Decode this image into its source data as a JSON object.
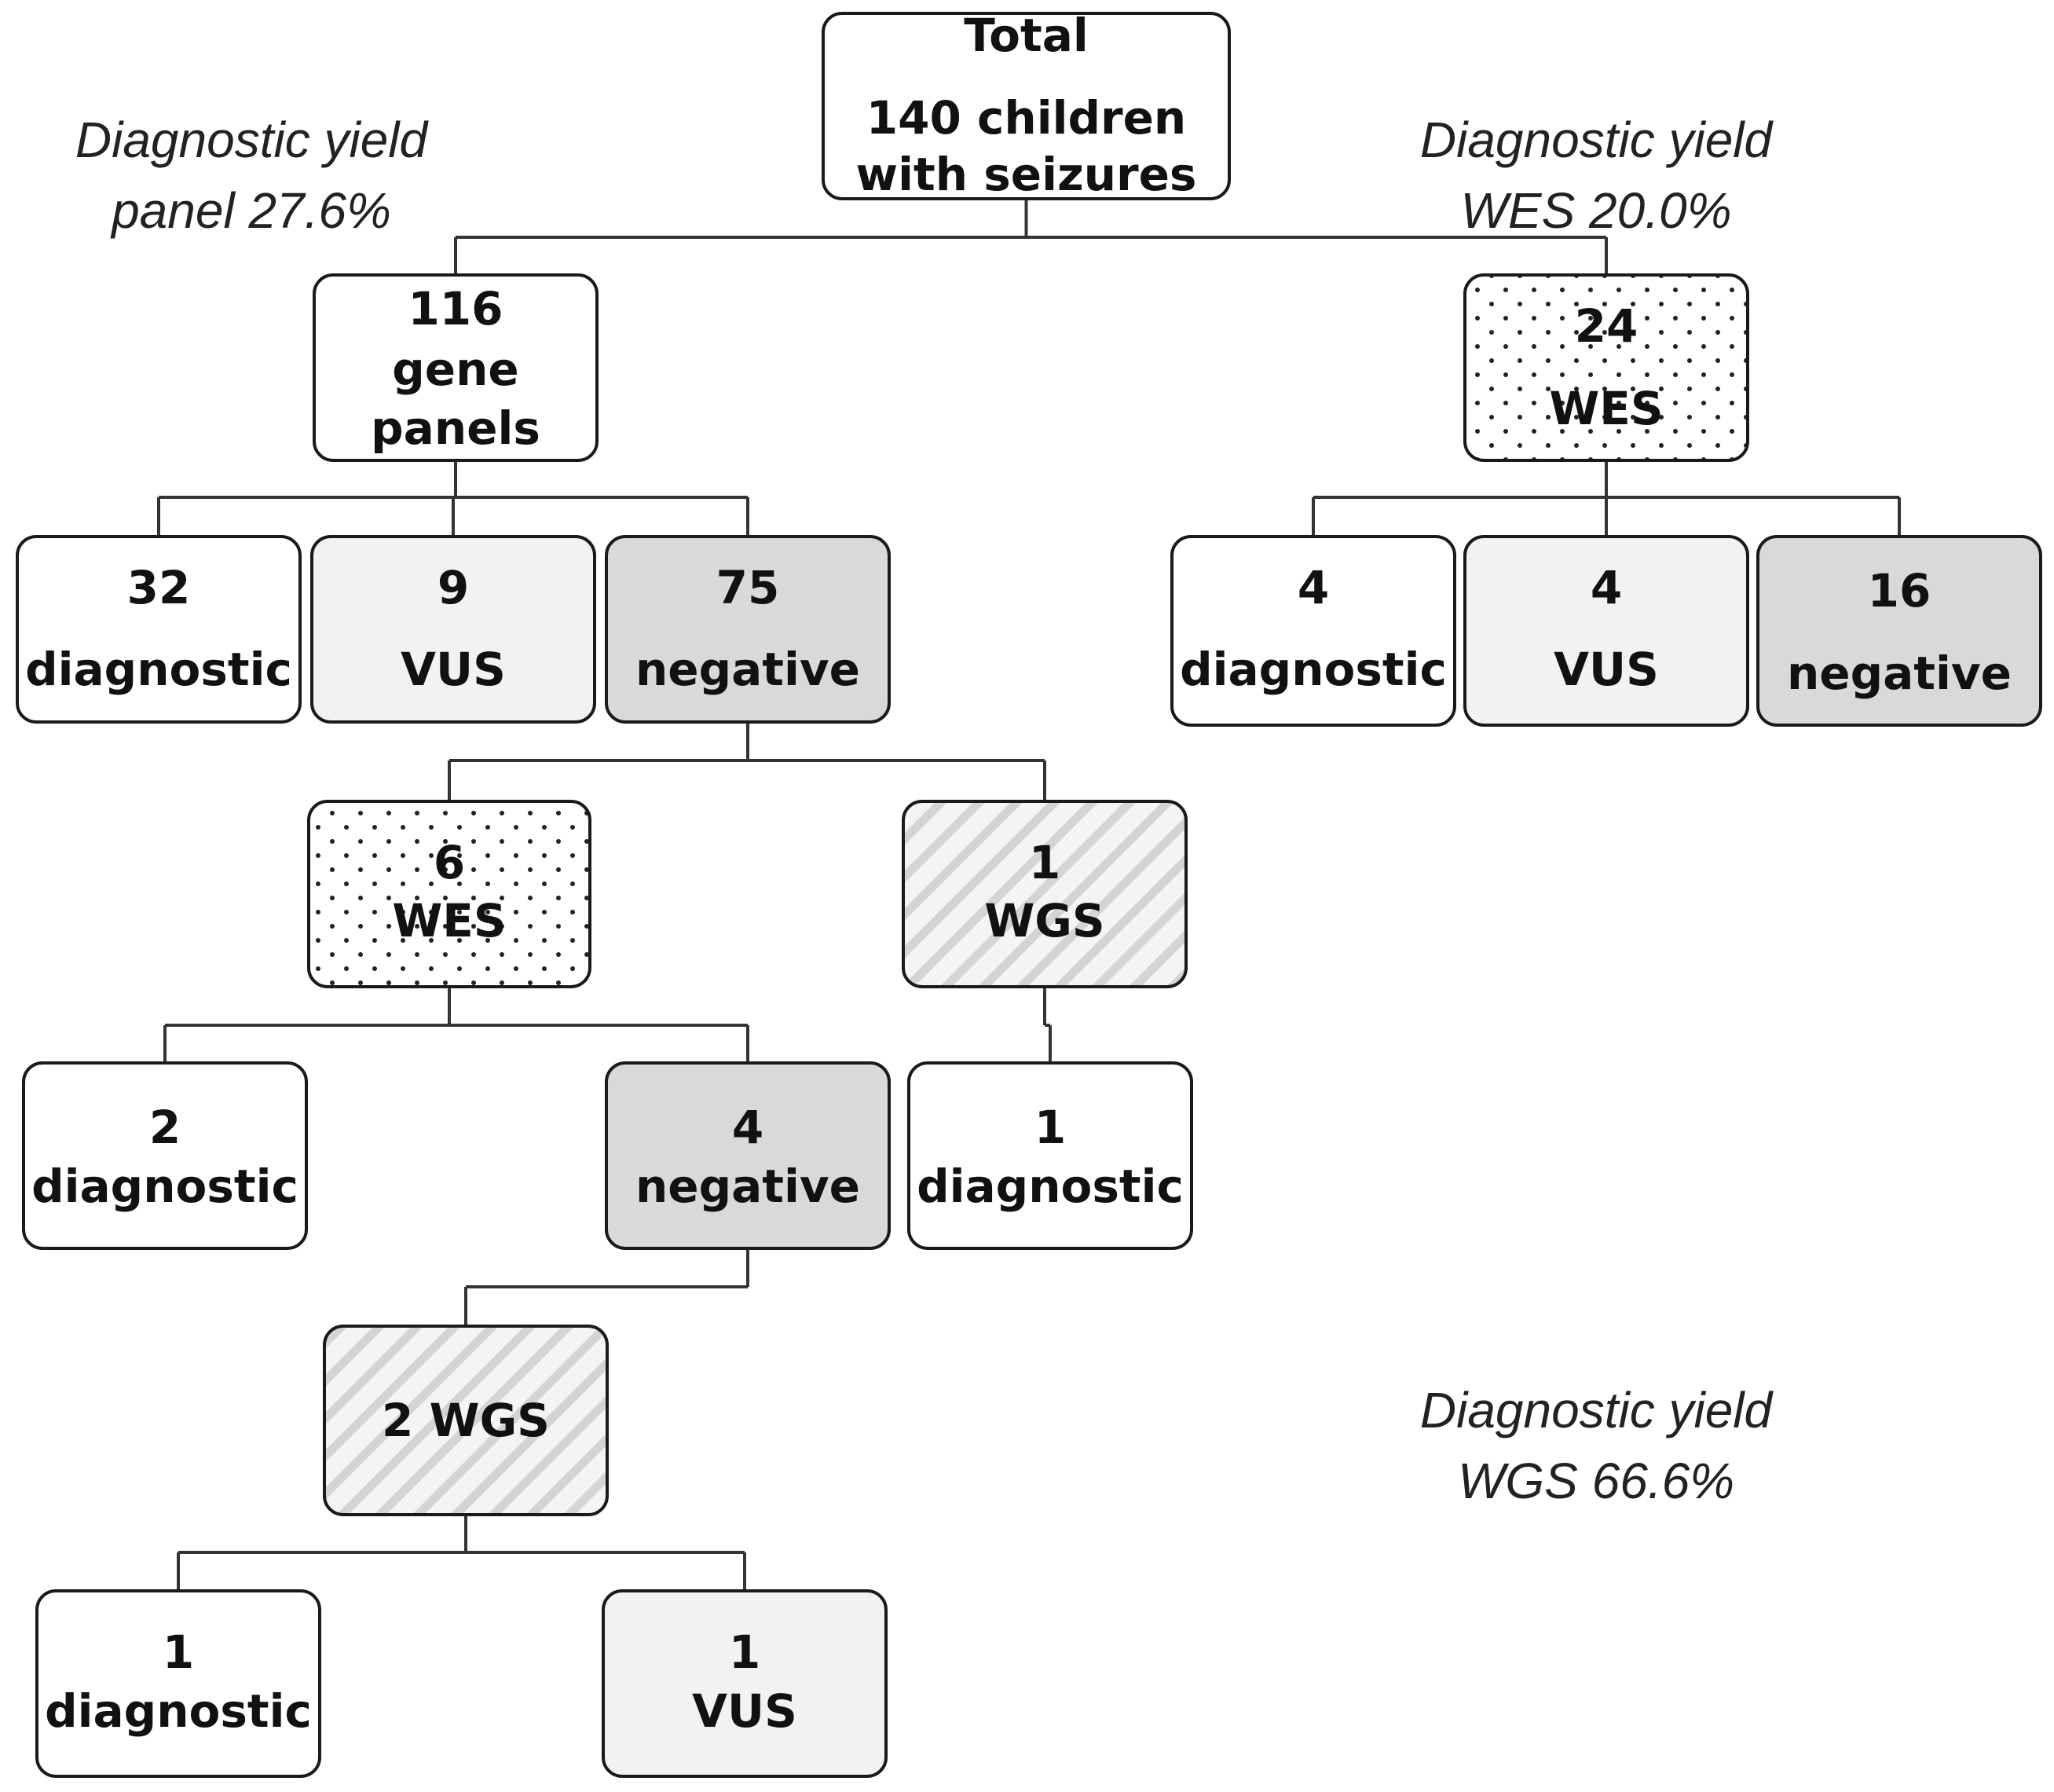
{
  "yields": {
    "panel": {
      "line1": "Diagnostic yield",
      "line2": "panel 27.6%"
    },
    "wes": {
      "line1": "Diagnostic yield",
      "line2": "WES 20.0%"
    },
    "wgs": {
      "line1": "Diagnostic yield",
      "line2": "WGS 66.6%"
    }
  },
  "nodes": {
    "total": {
      "lines": [
        "Total",
        "140 children",
        "with seizures"
      ],
      "fill": "white"
    },
    "panels": {
      "lines": [
        "116",
        "gene",
        "panels"
      ],
      "fill": "white"
    },
    "wes_top": {
      "lines": [
        "24",
        "WES"
      ],
      "fill": "dots"
    },
    "p_diag": {
      "lines": [
        "32",
        "diagnostic"
      ],
      "fill": "white"
    },
    "p_vus": {
      "lines": [
        "9",
        "VUS"
      ],
      "fill": "light"
    },
    "p_neg": {
      "lines": [
        "75",
        "negative"
      ],
      "fill": "dark"
    },
    "w_diag": {
      "lines": [
        "4",
        "diagnostic"
      ],
      "fill": "white"
    },
    "w_vus": {
      "lines": [
        "4",
        "VUS"
      ],
      "fill": "light"
    },
    "w_neg": {
      "lines": [
        "16",
        "negative"
      ],
      "fill": "dark"
    },
    "wes6": {
      "lines": [
        "6",
        "WES"
      ],
      "fill": "dots"
    },
    "wgs1": {
      "lines": [
        "1",
        "WGS"
      ],
      "fill": "stripes"
    },
    "wes6_diag": {
      "lines": [
        "2",
        "diagnostic"
      ],
      "fill": "white"
    },
    "wes6_neg": {
      "lines": [
        "4",
        "negative"
      ],
      "fill": "dark"
    },
    "wgs1_diag": {
      "lines": [
        "1",
        "diagnostic"
      ],
      "fill": "white"
    },
    "wgs2": {
      "lines": [
        "2 WGS"
      ],
      "fill": "stripes"
    },
    "wgs2_diag": {
      "lines": [
        "1",
        "diagnostic"
      ],
      "fill": "white"
    },
    "wgs2_vus": {
      "lines": [
        "1",
        "VUS"
      ],
      "fill": "light"
    }
  },
  "edges": [
    [
      "total",
      "panels"
    ],
    [
      "total",
      "wes_top"
    ],
    [
      "panels",
      "p_diag"
    ],
    [
      "panels",
      "p_vus"
    ],
    [
      "panels",
      "p_neg"
    ],
    [
      "wes_top",
      "w_diag"
    ],
    [
      "wes_top",
      "w_vus"
    ],
    [
      "wes_top",
      "w_neg"
    ],
    [
      "p_neg",
      "wes6"
    ],
    [
      "p_neg",
      "wgs1"
    ],
    [
      "wes6",
      "wes6_diag"
    ],
    [
      "wes6",
      "wes6_neg"
    ],
    [
      "wgs1",
      "wgs1_diag"
    ],
    [
      "wes6_neg",
      "wgs2"
    ],
    [
      "wgs2",
      "wgs2_diag"
    ],
    [
      "wgs2",
      "wgs2_vus"
    ]
  ],
  "colors": {
    "white": "#ffffff",
    "light": "#f2f2f2",
    "dark": "#d9d9d9",
    "border": "#1a1a1a"
  }
}
